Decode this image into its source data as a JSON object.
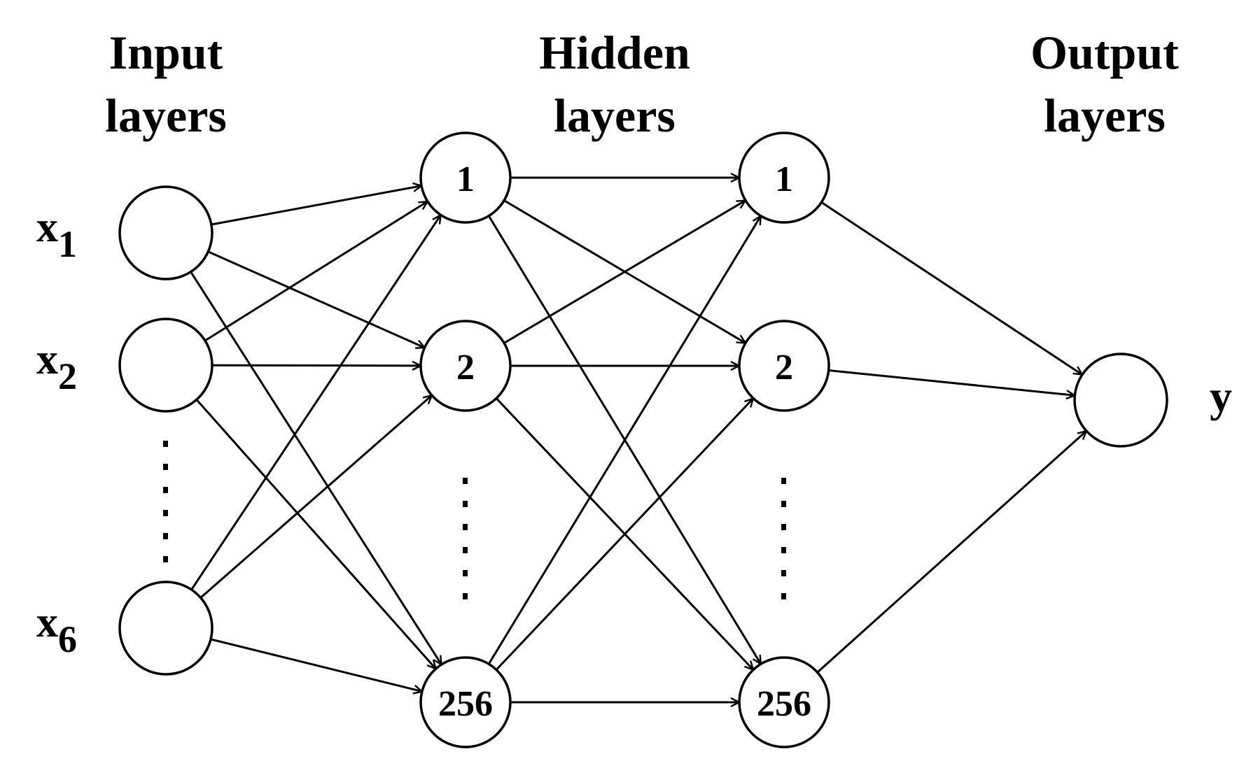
{
  "titles": {
    "input": [
      "Input",
      "layers"
    ],
    "hidden": [
      "Hidden",
      "layers"
    ],
    "output": [
      "Output",
      "layers"
    ]
  },
  "input_labels": [
    {
      "base": "x",
      "sub": "1"
    },
    {
      "base": "x",
      "sub": "2"
    },
    {
      "base": "x",
      "sub": "6"
    }
  ],
  "hidden1_labels": [
    "1",
    "2",
    "256"
  ],
  "hidden2_labels": [
    "1",
    "2",
    "256"
  ],
  "output_label": "y",
  "colors": {
    "stroke": "#000000",
    "fill": "#ffffff"
  }
}
